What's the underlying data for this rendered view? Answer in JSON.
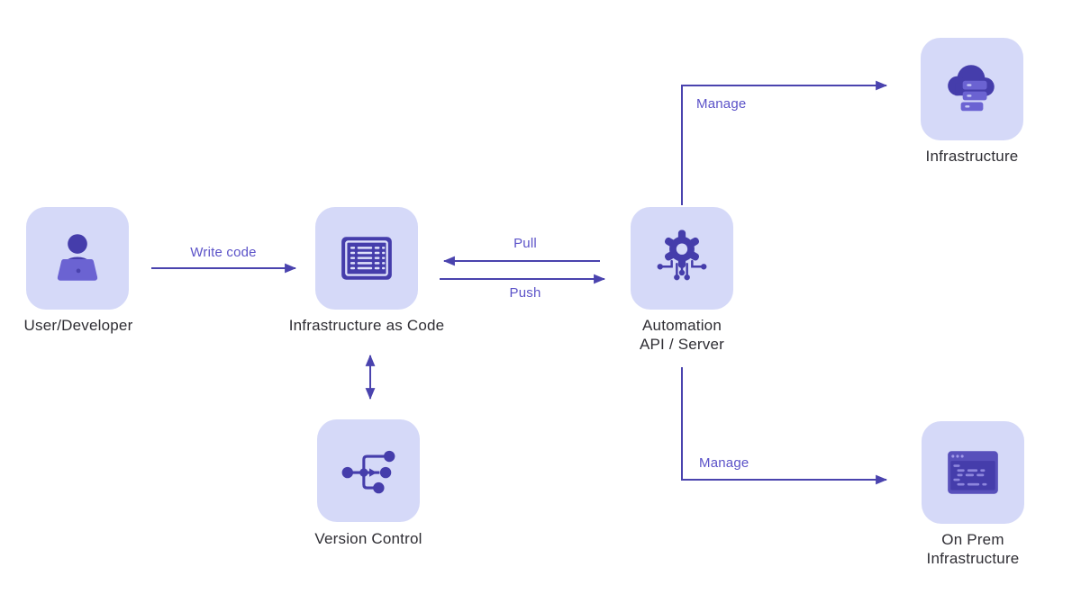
{
  "diagram": {
    "type": "flow-diagram",
    "background": "#ffffff",
    "palette": {
      "tile_background": "#d5d9f8",
      "icon_dark": "#453dab",
      "icon_medium": "#6b63d2",
      "icon_light_line": "#dfe2fb",
      "arrow_line": "#4a43ae",
      "edge_label_text": "#5b52c8",
      "node_label_text": "#2e2d33"
    },
    "nodes": {
      "user": {
        "label": "User/Developer",
        "icon": "person-laptop-icon"
      },
      "iac": {
        "label": "Infrastructure as Code",
        "icon": "code-window-icon"
      },
      "automation": {
        "label_line1": "Automation",
        "label_line2": "API / Server",
        "icon": "gear-circuit-icon"
      },
      "infrastructure": {
        "label": "Infrastructure",
        "icon": "cloud-server-icon"
      },
      "onprem": {
        "label_line1": "On Prem",
        "label_line2": "Infrastructure",
        "icon": "terminal-window-icon"
      },
      "version_control": {
        "label": "Version Control",
        "icon": "git-branch-icon"
      }
    },
    "edges": {
      "write_code": {
        "label": "Write code",
        "from": "user",
        "to": "iac",
        "direction": "right"
      },
      "pull": {
        "label": "Pull",
        "from": "automation",
        "to": "iac",
        "direction": "left"
      },
      "push": {
        "label": "Push",
        "from": "iac",
        "to": "automation",
        "direction": "right"
      },
      "manage_top": {
        "label": "Manage",
        "from": "automation",
        "to": "infrastructure",
        "direction": "elbow-up-right"
      },
      "manage_bottom": {
        "label": "Manage",
        "from": "automation",
        "to": "onprem",
        "direction": "elbow-down-right"
      },
      "version_sync": {
        "label": "",
        "from": "iac",
        "to": "version_control",
        "direction": "both"
      }
    }
  }
}
